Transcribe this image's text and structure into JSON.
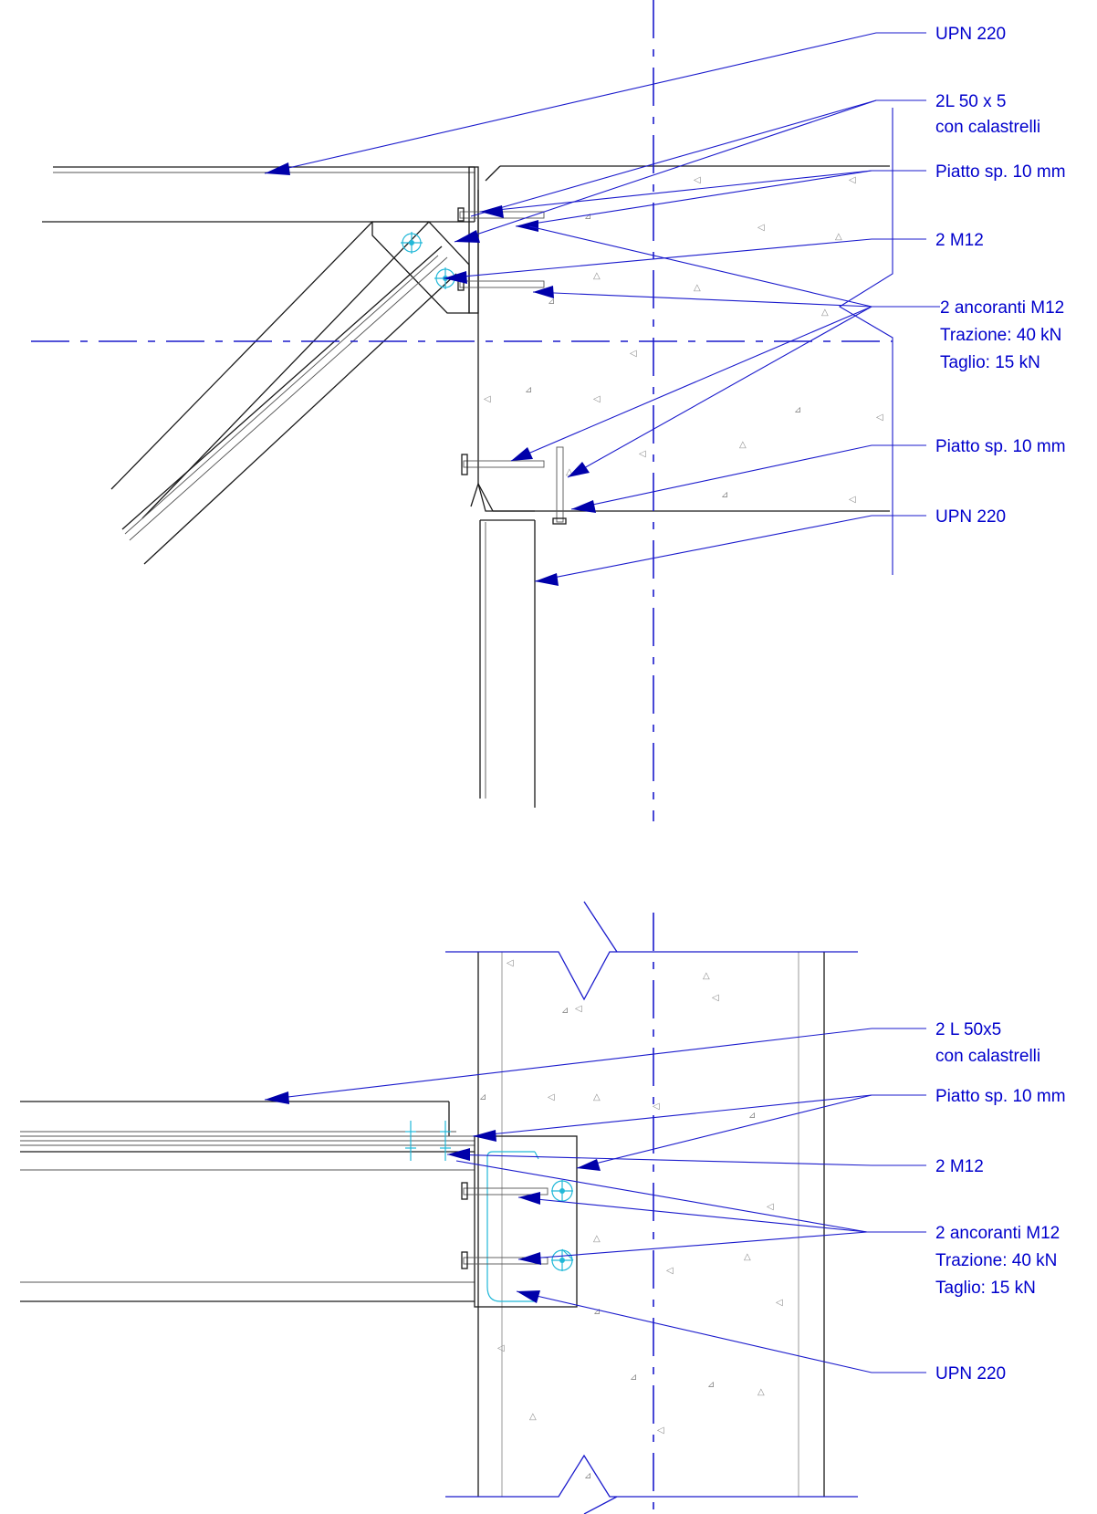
{
  "labels_top": {
    "upn_top": "UPN 220",
    "angle_l1": "2L 50 x 5",
    "angle_l2": "con calastrelli",
    "plate_top": "Piatto sp. 10 mm",
    "bolts": "2 M12",
    "anchor_l1": "2 ancoranti M12",
    "anchor_l2": "Trazione: 40 kN",
    "anchor_l3": "Taglio: 15 kN",
    "plate_bottom": "Piatto sp. 10 mm",
    "upn_bottom": "UPN 220"
  },
  "labels_bottom": {
    "angle_l1": "2 L 50x5",
    "angle_l2": "con calastrelli",
    "plate": "Piatto sp. 10 mm",
    "bolts": "2 M12",
    "anchor_l1": "2 ancoranti M12",
    "anchor_l2": "Trazione: 40 kN",
    "anchor_l3": "Taglio: 15 kN",
    "upn": "UPN 220"
  },
  "colors": {
    "annotation": "#0000cc",
    "linework": "#1a1a1a",
    "bolt_highlight": "#22b8d8"
  }
}
